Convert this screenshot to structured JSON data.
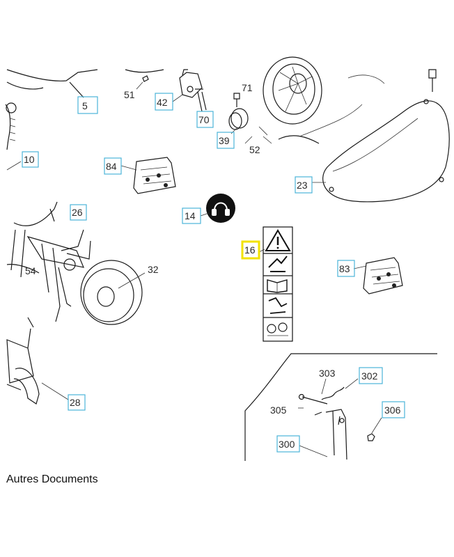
{
  "parts": {
    "p5": "5",
    "p51": "51",
    "p42": "42",
    "p71": "71",
    "p70": "70",
    "p39": "39",
    "p52": "52",
    "p10": "10",
    "p84": "84",
    "p23": "23",
    "p14": "14",
    "p26": "26",
    "p32": "32",
    "p54": "54",
    "p16": "16",
    "p83": "83",
    "p28": "28",
    "p303": "303",
    "p302": "302",
    "p305": "305",
    "p306": "306",
    "p300": "300"
  },
  "highlighted_part": "16",
  "colors": {
    "label_box": "#4bb4d8",
    "highlight": "#f2e200",
    "line": "#1a1a1a"
  },
  "footer": {
    "text": "Autres Documents"
  }
}
